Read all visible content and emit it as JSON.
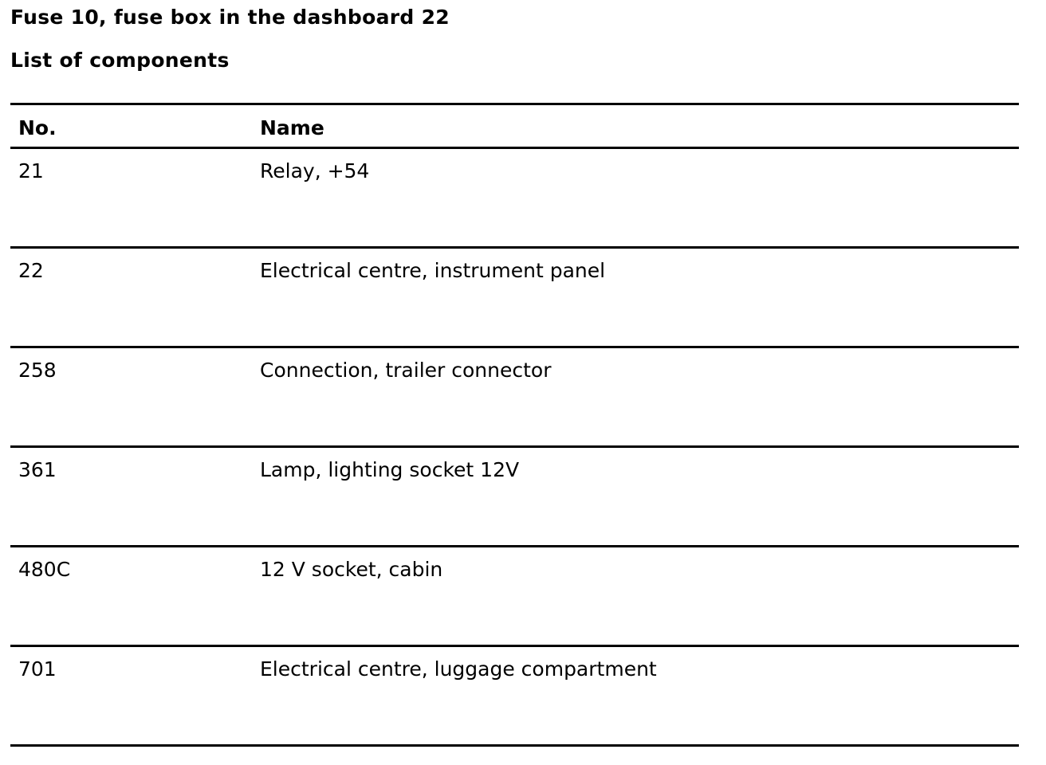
{
  "document": {
    "title": "Fuse 10, fuse box in the dashboard 22",
    "section_title": "List of components"
  },
  "table": {
    "headers": {
      "no": "No.",
      "name": "Name"
    },
    "rows": [
      {
        "no": "21",
        "name": "Relay, +54"
      },
      {
        "no": "22",
        "name": "Electrical centre, instrument panel"
      },
      {
        "no": "258",
        "name": "Connection, trailer connector"
      },
      {
        "no": "361",
        "name": "Lamp, lighting socket 12V"
      },
      {
        "no": "480C",
        "name": "12 V socket, cabin"
      },
      {
        "no": "701",
        "name": "Electrical centre, luggage compartment"
      }
    ]
  }
}
